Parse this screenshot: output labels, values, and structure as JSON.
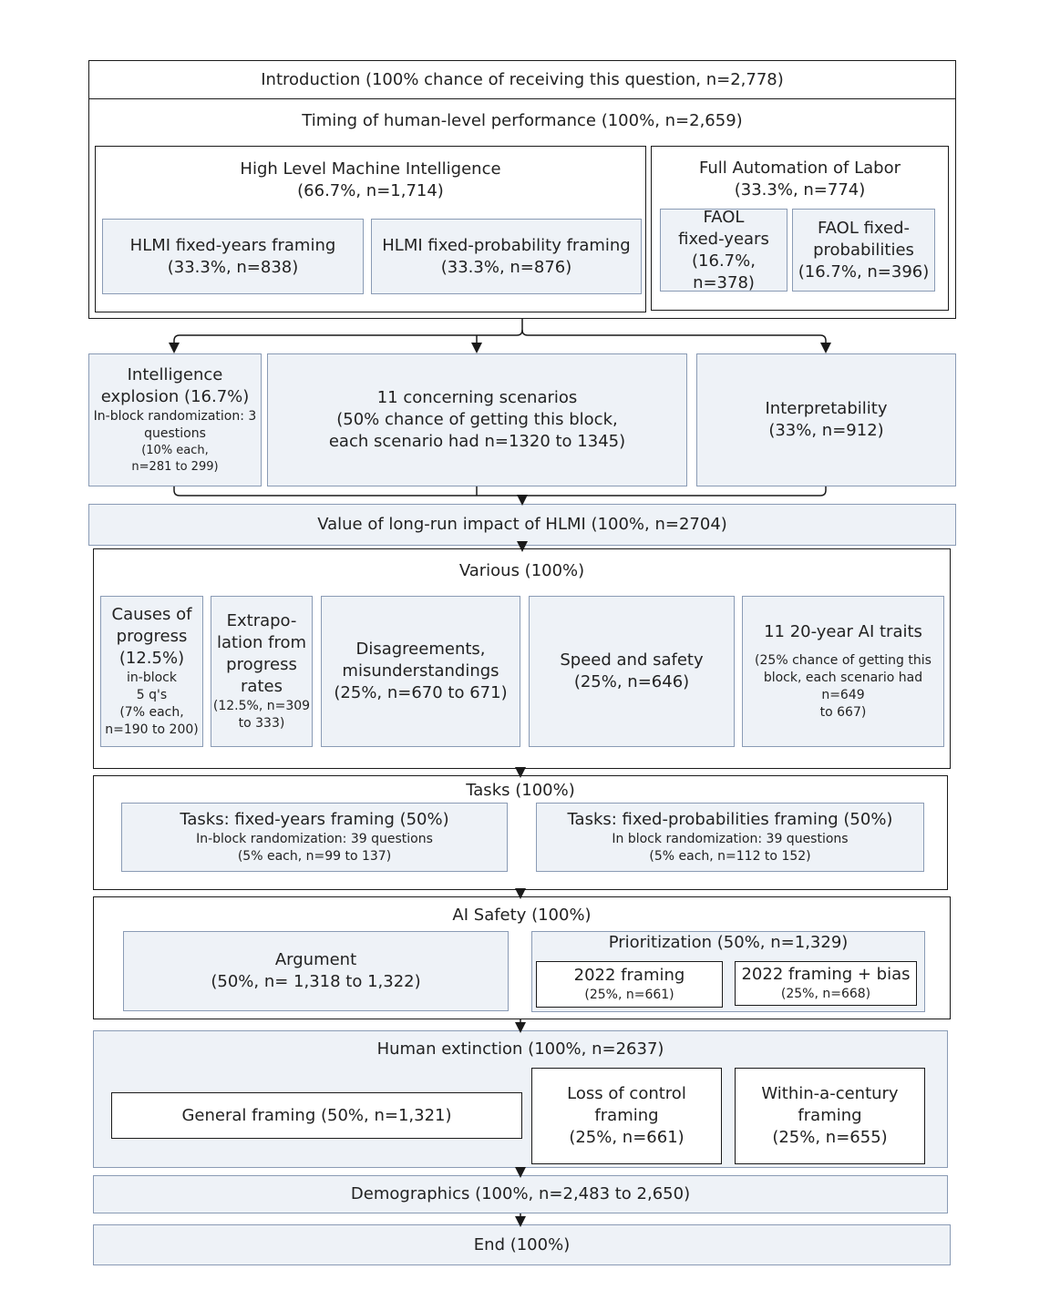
{
  "intro": {
    "label": "Introduction (100% chance of receiving this question, n=2,778)"
  },
  "timing": {
    "label": "Timing of human-level performance (100%, n=2,659)",
    "hlmi": {
      "title": "High Level Machine Intelligence",
      "sub": "(66.7%, n=1,714)",
      "years": {
        "l1": "HLMI fixed-years framing",
        "l2": "(33.3%, n=838)"
      },
      "prob": {
        "l1": "HLMI fixed-probability framing",
        "l2": "(33.3%, n=876)"
      }
    },
    "faol": {
      "title": "Full Automation of Labor",
      "sub": "(33.3%, n=774)",
      "years": {
        "l1": "FAOL",
        "l2": "fixed-years",
        "l3": "(16.7%, n=378)"
      },
      "prob": {
        "l1": "FAOL fixed-",
        "l2": "probabilities",
        "l3": "(16.7%, n=396)"
      }
    }
  },
  "explosion": {
    "l1": "Intelligence",
    "l2": "explosion (16.7%)",
    "l3": "In-block randomization: 3",
    "l4": "questions",
    "l5": "(10% each,",
    "l6": "n=281 to 299)"
  },
  "scenarios": {
    "l1": "11 concerning scenarios",
    "l2": "(50% chance of getting this block,",
    "l3": "each scenario had n=1320 to 1345)"
  },
  "interp": {
    "l1": "Interpretability",
    "l2": "(33%, n=912)"
  },
  "value": {
    "label": "Value of long-run impact of HLMI (100%, n=2704)"
  },
  "various": {
    "label": "Various (100%)",
    "causes": {
      "l1": "Causes of",
      "l2": "progress",
      "l3": "(12.5%)",
      "l4": "in-block",
      "l5": "5 q's",
      "l6": "(7% each,",
      "l7": "n=190 to 200)"
    },
    "extrap": {
      "l1": "Extrapo-",
      "l2": "lation from",
      "l3": "progress",
      "l4": "rates",
      "l5": "(12.5%, n=309",
      "l6": "to 333)"
    },
    "disagree": {
      "l1": "Disagreements,",
      "l2": "misunderstandings",
      "l3": "(25%, n=670 to 671)"
    },
    "speed": {
      "l1": "Speed and safety",
      "l2": "(25%, n=646)"
    },
    "traits": {
      "l1": "11 20-year AI traits",
      "l2": "(25% chance of getting this",
      "l3": "block, each scenario had n=649",
      "l4": "to 667)"
    }
  },
  "tasks": {
    "label": "Tasks (100%)",
    "years": {
      "l1": "Tasks: fixed-years framing (50%)",
      "l2": "In-block randomization: 39 questions",
      "l3": "(5% each, n=99 to 137)"
    },
    "prob": {
      "l1": "Tasks: fixed-probabilities framing (50%)",
      "l2": "In block randomization: 39 questions",
      "l3": "(5% each, n=112 to 152)"
    }
  },
  "safety": {
    "label": "AI Safety (100%)",
    "argument": {
      "l1": "Argument",
      "l2": "(50%, n= 1,318 to 1,322)"
    },
    "prior": {
      "label": "Prioritization (50%, n=1,329)",
      "f2022": {
        "l1": "2022 framing",
        "l2": "(25%, n=661)"
      },
      "bias": {
        "l1": "2022 framing + bias",
        "l2": "(25%, n=668)"
      }
    }
  },
  "extinction": {
    "label": "Human extinction (100%, n=2637)",
    "general": {
      "l1": "General framing (50%, n=1,321)"
    },
    "loss": {
      "l1": "Loss of control",
      "l2": "framing",
      "l3": "(25%, n=661)"
    },
    "century": {
      "l1": "Within-a-century",
      "l2": "framing",
      "l3": "(25%, n=655)"
    }
  },
  "demo": {
    "label": "Demographics (100%, n=2,483 to 2,650)"
  },
  "end": {
    "label": "End (100%)"
  }
}
